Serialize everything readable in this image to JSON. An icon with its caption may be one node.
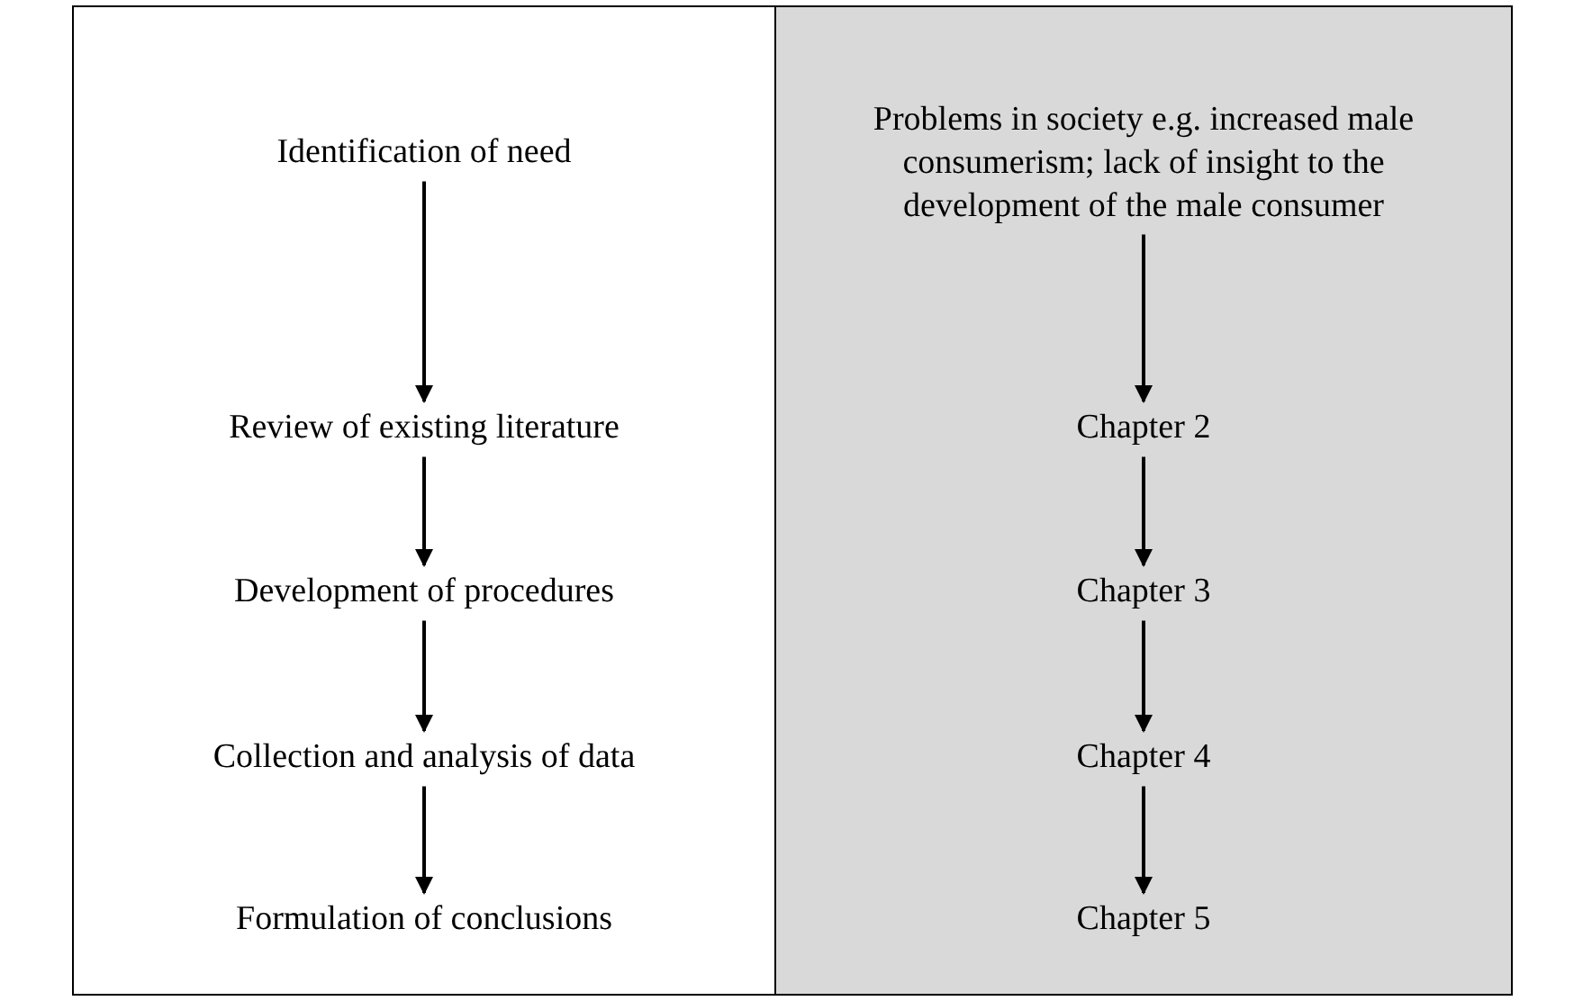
{
  "diagram": {
    "nodes": [
      {
        "text": [],
        "shape": "box"
      },
      {
        "text": [],
        "shape": "box"
      },
      {
        "text": [
          "Identification of need"
        ],
        "in": 0
      },
      {
        "text": [
          "Review of existing literature"
        ],
        "in": 0
      },
      {
        "text": [
          "Development of procedures"
        ],
        "in": 0
      },
      {
        "text": [
          "Collection and analysis of data"
        ],
        "in": 0
      },
      {
        "text": [
          "Formulation of conclusions"
        ],
        "in": 0
      },
      {
        "text": [
          "Problems in society e.g. increased male consumerism; lack of insight to the development of the male consumer"
        ],
        "in": 1
      },
      {
        "text": [
          "Chapter 2"
        ],
        "in": 1
      },
      {
        "text": [
          "Chapter 3"
        ],
        "in": 1
      },
      {
        "text": [
          "Chapter 4"
        ],
        "in": 1
      },
      {
        "text": [
          "Chapter 5"
        ],
        "in": 1
      }
    ],
    "edges": [
      {
        "from": 2,
        "to": 3,
        "arrow": "to"
      },
      {
        "from": 3,
        "to": 4,
        "arrow": "to"
      },
      {
        "from": 4,
        "to": 5,
        "arrow": "to"
      },
      {
        "from": 5,
        "to": 6,
        "arrow": "to"
      },
      {
        "from": 7,
        "to": 8,
        "arrow": "to"
      },
      {
        "from": 8,
        "to": 9,
        "arrow": "to"
      },
      {
        "from": 9,
        "to": 10,
        "arrow": "to"
      },
      {
        "from": 10,
        "to": 11,
        "arrow": "to"
      }
    ]
  }
}
